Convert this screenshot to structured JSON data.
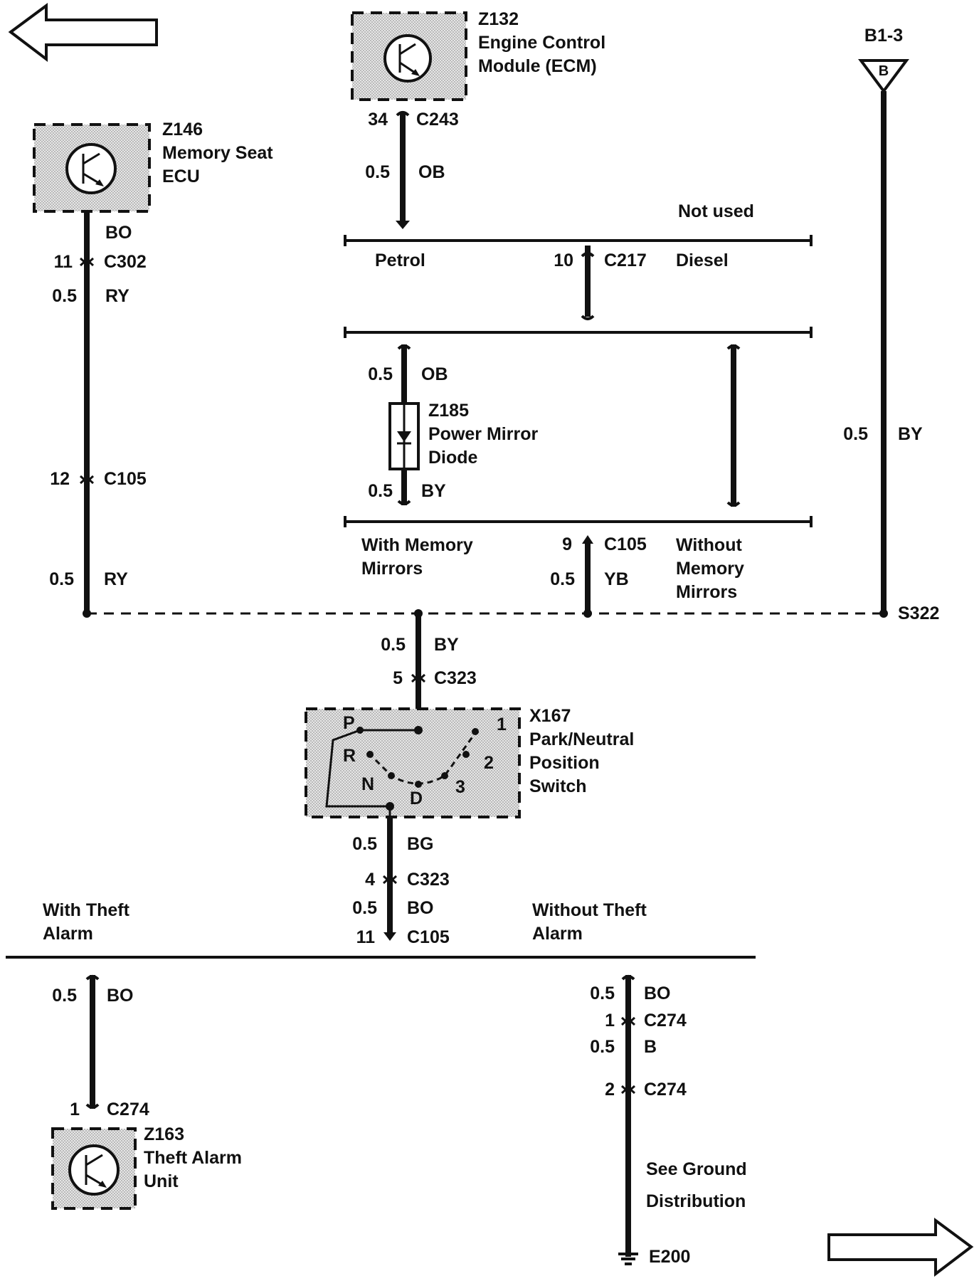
{
  "nav": {
    "prev_arrow": "left-arrow",
    "next_arrow": "right-arrow"
  },
  "components": {
    "ecm": {
      "id": "Z132",
      "line1": "Engine Control",
      "line2": "Module (ECM)"
    },
    "memory_seat": {
      "id": "Z146",
      "line1": "Memory Seat",
      "line2": "ECU"
    },
    "mirror_diode": {
      "id": "Z185",
      "line1": "Power Mirror",
      "line2": "Diode"
    },
    "pn_switch": {
      "id": "X167",
      "line1": "Park/Neutral",
      "line2": "Position",
      "line3": "Switch",
      "pos_p": "P",
      "pos_r": "R",
      "pos_n": "N",
      "pos_d": "D",
      "pos_1": "1",
      "pos_2": "2",
      "pos_3": "3"
    },
    "theft_alarm": {
      "id": "Z163",
      "line1": "Theft Alarm",
      "line2": "Unit"
    }
  },
  "ref": {
    "b13": "B1-3",
    "b_marker": "B",
    "splice": "S322",
    "ground": "E200",
    "ground_note_1": "See Ground",
    "ground_note_2": "Distribution"
  },
  "wires": {
    "ecm_pin": "34",
    "ecm_conn": "C243",
    "ecm_size": "0.5",
    "ecm_color": "OB",
    "not_used": "Not used",
    "petrol": "Petrol",
    "diesel": "Diesel",
    "c217_pin": "10",
    "c217": "C217",
    "diode_top_size": "0.5",
    "diode_top_color": "OB",
    "diode_bot_size": "0.5",
    "diode_bot_color": "BY",
    "with_mem_1": "With Memory",
    "with_mem_2": "Mirrors",
    "without_mem_1": "Without",
    "without_mem_2": "Memory",
    "without_mem_3": "Mirrors",
    "c105_pin9": "9",
    "c105_a": "C105",
    "yb_size": "0.5",
    "yb_color": "YB",
    "b13_size": "0.5",
    "b13_color": "BY",
    "seat_color": "BO",
    "c302_pin": "11",
    "c302": "C302",
    "ry1_size": "0.5",
    "ry1_color": "RY",
    "c105_pin12": "12",
    "c105_b": "C105",
    "ry2_size": "0.5",
    "ry2_color": "RY",
    "sw_in_size": "0.5",
    "sw_in_color": "BY",
    "c323_pin5": "5",
    "c323_a": "C323",
    "bg_size": "0.5",
    "bg_color": "BG",
    "c323_pin4": "4",
    "c323_b": "C323",
    "bo_size": "0.5",
    "bo_color": "BO",
    "c105_pin11": "11",
    "c105_c": "C105",
    "with_theft_1": "With Theft",
    "with_theft_2": "Alarm",
    "without_theft_1": "Without Theft",
    "without_theft_2": "Alarm",
    "ta_size": "0.5",
    "ta_color": "BO",
    "c274_pin1": "1",
    "c274_a": "C274",
    "gnd_bo_size": "0.5",
    "gnd_bo_color": "BO",
    "c274_pin1b": "1",
    "c274_b": "C274",
    "gnd_b_size": "0.5",
    "gnd_b_color": "B",
    "c274_pin2": "2",
    "c274_c": "C274"
  }
}
